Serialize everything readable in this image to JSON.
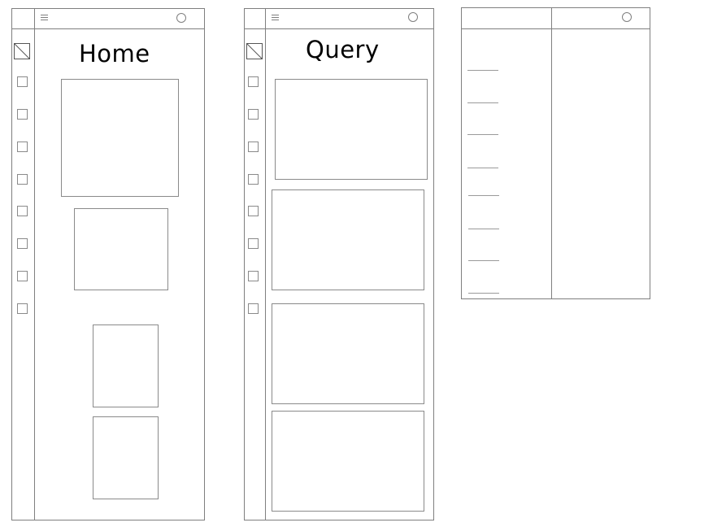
{
  "screens": [
    {
      "id": "home",
      "title": "Home"
    },
    {
      "id": "query",
      "title": "Query"
    },
    {
      "id": "menu-panel",
      "title": ""
    }
  ],
  "icons": {
    "menu": "hamburger-menu-icon",
    "profile": "circle-avatar-icon",
    "active": "selected-nav-icon"
  }
}
